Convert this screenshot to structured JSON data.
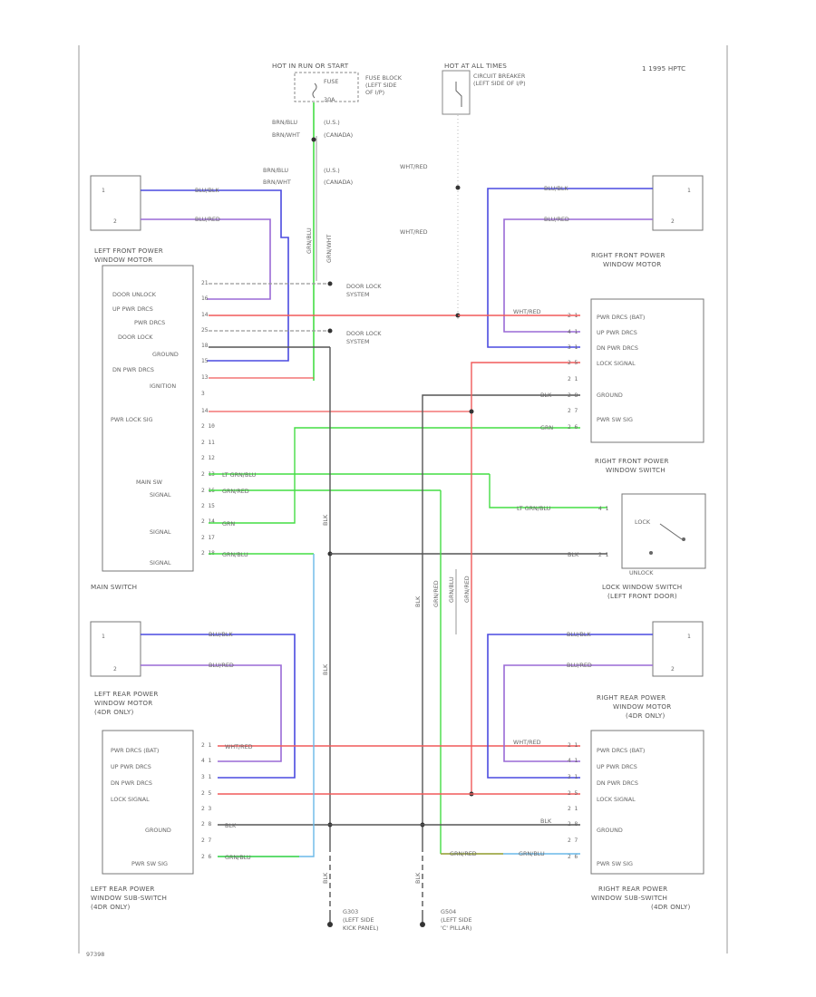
{
  "diagram": {
    "top_right_label": "1 1995 HPTC",
    "page_code": "97398",
    "colors": {
      "blue": "#4a4ae0",
      "violet": "#9a6ad6",
      "red": "#f05a5a",
      "green": "#44dd44",
      "dark": "#555555",
      "lightblue": "#6ab8e8",
      "gray": "#aaaaaa"
    },
    "sources": {
      "hot_left": "HOT IN RUN OR START",
      "fuse": "FUSE",
      "fuse_amp": "30A",
      "fuse_block": [
        "FUSE BLOCK",
        "(LEFT SIDE",
        "OF I/P)"
      ],
      "hot_right": "HOT AT ALL TIMES",
      "breaker": [
        "CIRCUIT BREAKER",
        "(LEFT SIDE OF I/P)"
      ]
    },
    "wire_labels": {
      "brn_blu_top": "BRN/BLU",
      "brn_wht_top": "BRN/WHT",
      "canada": "(CANADA)",
      "usa": "(U.S.)",
      "brn_blu_2": "BRN/BLU",
      "brn_wht_2": "BRN/WHT",
      "canada_2": "(CANADA)",
      "usa_2": "(U.S.)",
      "wht_red_1": "WHT/RED",
      "wht_red_2": "WHT/RED",
      "grn_blu_v": "GRN/BLU",
      "grn_wht_v": "GRN/WHT",
      "blu_blk": "BLU/BLK",
      "blu_red": "BLU/RED",
      "wht_red": "WHT/RED",
      "blk": "BLK",
      "grn": "GRN",
      "lt_grn_blu": "LT GRN/BLU",
      "grn_red": "GRN/RED",
      "grn_blu": "GRN/BLU",
      "grn_blu_2": "GRN/BLU",
      "grn_blu_3": "GRN/BLU",
      "grn_red_2": "GRN/RED",
      "grn_red_3": "GRN/RED",
      "blk_v1": "BLK",
      "blk_v2": "BLK",
      "blk_v3": "BLK",
      "blk_v4": "BLK",
      "blk_v5": "BLK",
      "blk_v6": "BLK",
      "grn_red_v": "GRN/RED",
      "grn_blu_v2": "GRN/BLU",
      "grn_red_v2": "GRN/RED",
      "grn_blu_mid": "GRN/BLU",
      "lt_grn_blu_2": "LT GRN/BLU",
      "blk_lock": "BLK"
    },
    "components": {
      "lf_motor": [
        "LEFT FRONT POWER",
        "WINDOW MOTOR"
      ],
      "rf_motor": [
        "RIGHT FRONT POWER",
        "WINDOW MOTOR"
      ],
      "rf_switch": [
        "RIGHT FRONT POWER",
        "WINDOW SWITCH"
      ],
      "main_switch": "MAIN SWITCH",
      "lock_switch": [
        "LOCK WINDOW SWITCH",
        "(LEFT FRONT DOOR)"
      ],
      "lock_text": "LOCK",
      "unlock_text": "UNLOCK",
      "lr_motor": [
        "LEFT REAR POWER",
        "WINDOW MOTOR",
        "(4DR ONLY)"
      ],
      "rr_motor": [
        "RIGHT REAR POWER",
        "WINDOW MOTOR",
        "(4DR ONLY)"
      ],
      "lr_switch": [
        "LEFT REAR POWER",
        "WINDOW SUB-SWITCH",
        "(4DR ONLY)"
      ],
      "rr_switch": [
        "RIGHT REAR POWER",
        "WINDOW SUB-SWITCH",
        "(4DR ONLY)"
      ],
      "door_lock_1": [
        "DOOR LOCK",
        "SYSTEM"
      ],
      "door_lock_2": [
        "DOOR LOCK",
        "SYSTEM"
      ],
      "ground_left": [
        "G303",
        "(LEFT SIDE",
        "KICK PANEL)"
      ],
      "ground_right": [
        "G504",
        "(LEFT SIDE",
        "'C' PILLAR)"
      ]
    },
    "main_switch_labels": [
      "DOOR UNLOCK",
      "UP PWR DRCS",
      "PWR DRCS",
      "DOOR LOCK",
      "GROUND",
      "DN PWR DRCS",
      "IGNITION",
      "PWR LOCK SIG",
      "MAIN SW",
      "SIGNAL",
      "SIGNAL",
      "SIGNAL"
    ],
    "main_switch_pins": [
      "21",
      "16",
      "14",
      "25",
      "18",
      "15",
      "13",
      "3",
      "14",
      "2 10",
      "2 11",
      "2 12",
      "2 13",
      "2 16",
      "2 15",
      "2 14",
      "2 17",
      "2 18"
    ],
    "rf_switch_labels": [
      "PWR DRCS (BAT)",
      "UP PWR DRCS",
      "DN PWR DRCS",
      "LOCK SIGNAL",
      "GROUND",
      "PWR SW SIG"
    ],
    "rf_switch_pins": [
      "2 1",
      "4 1",
      "3 1",
      "2 5",
      "2 1",
      "2 8",
      "2 7",
      "2 6"
    ],
    "lr_switch_labels": [
      "PWR DRCS (BAT)",
      "UP PWR DRCS",
      "DN PWR DRCS",
      "LOCK SIGNAL",
      "GROUND",
      "PWR SW SIG"
    ],
    "lr_switch_pins": [
      "2 1",
      "4 1",
      "3 1",
      "2 5",
      "2 3",
      "2 8",
      "2 7",
      "2 6"
    ],
    "rr_switch_labels": [
      "PWR DRCS (BAT)",
      "UP PWR DRCS",
      "DN PWR DRCS",
      "LOCK SIGNAL",
      "GROUND",
      "PWR SW SIG"
    ],
    "rr_switch_pins": [
      "2 1",
      "4 1",
      "3 1",
      "2 5",
      "2 1",
      "2 8",
      "2 7",
      "2 6"
    ],
    "lock_pins": [
      "4 1",
      "2 1"
    ],
    "motor_pins": [
      "1",
      "2"
    ]
  }
}
